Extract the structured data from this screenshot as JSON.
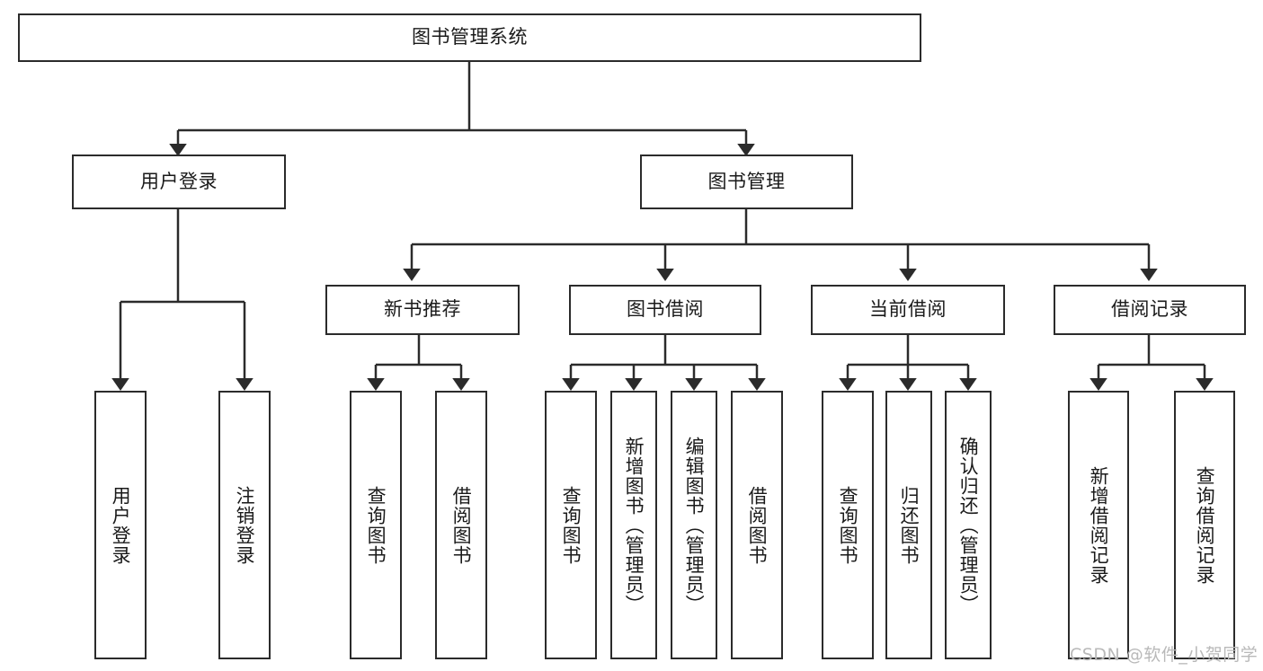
{
  "diagram": {
    "type": "tree",
    "title": "图书管理系统",
    "root": {
      "label": "图书管理系统"
    },
    "level2": [
      {
        "id": "user-login",
        "label": "用户登录"
      },
      {
        "id": "book-manage",
        "label": "图书管理"
      }
    ],
    "level3": [
      {
        "id": "new-book-rec",
        "label": "新书推荐"
      },
      {
        "id": "book-borrow",
        "label": "图书借阅"
      },
      {
        "id": "current-borrow",
        "label": "当前借阅"
      },
      {
        "id": "borrow-record",
        "label": "借阅记录"
      }
    ],
    "leaves": {
      "user_login": [
        {
          "id": "leaf-user-login",
          "label": "用户登录"
        },
        {
          "id": "leaf-logout-login",
          "label": "注销登录"
        }
      ],
      "new_book_rec": [
        {
          "id": "leaf-query-book-1",
          "label": "查询图书"
        },
        {
          "id": "leaf-borrow-book-1",
          "label": "借阅图书"
        }
      ],
      "book_borrow": [
        {
          "id": "leaf-query-book-2",
          "label": "查询图书"
        },
        {
          "id": "leaf-add-book",
          "label": "新增图书（管理员）"
        },
        {
          "id": "leaf-edit-book",
          "label": "编辑图书（管理员）"
        },
        {
          "id": "leaf-borrow-book-2",
          "label": "借阅图书"
        }
      ],
      "current_borrow": [
        {
          "id": "leaf-query-book-3",
          "label": "查询图书"
        },
        {
          "id": "leaf-return-book",
          "label": "归还图书"
        },
        {
          "id": "leaf-confirm-return",
          "label": "确认归还（管理员）"
        }
      ],
      "borrow_record": [
        {
          "id": "leaf-add-record",
          "label": "新增借阅记录"
        },
        {
          "id": "leaf-query-record",
          "label": "查询借阅记录"
        }
      ]
    }
  },
  "watermark": {
    "text": "CSDN @软件_小贺同学"
  },
  "colors": {
    "stroke": "#2b2b2b",
    "fill": "#ffffff",
    "text": "#1a1a1a",
    "watermark": "#b9b9b9"
  }
}
